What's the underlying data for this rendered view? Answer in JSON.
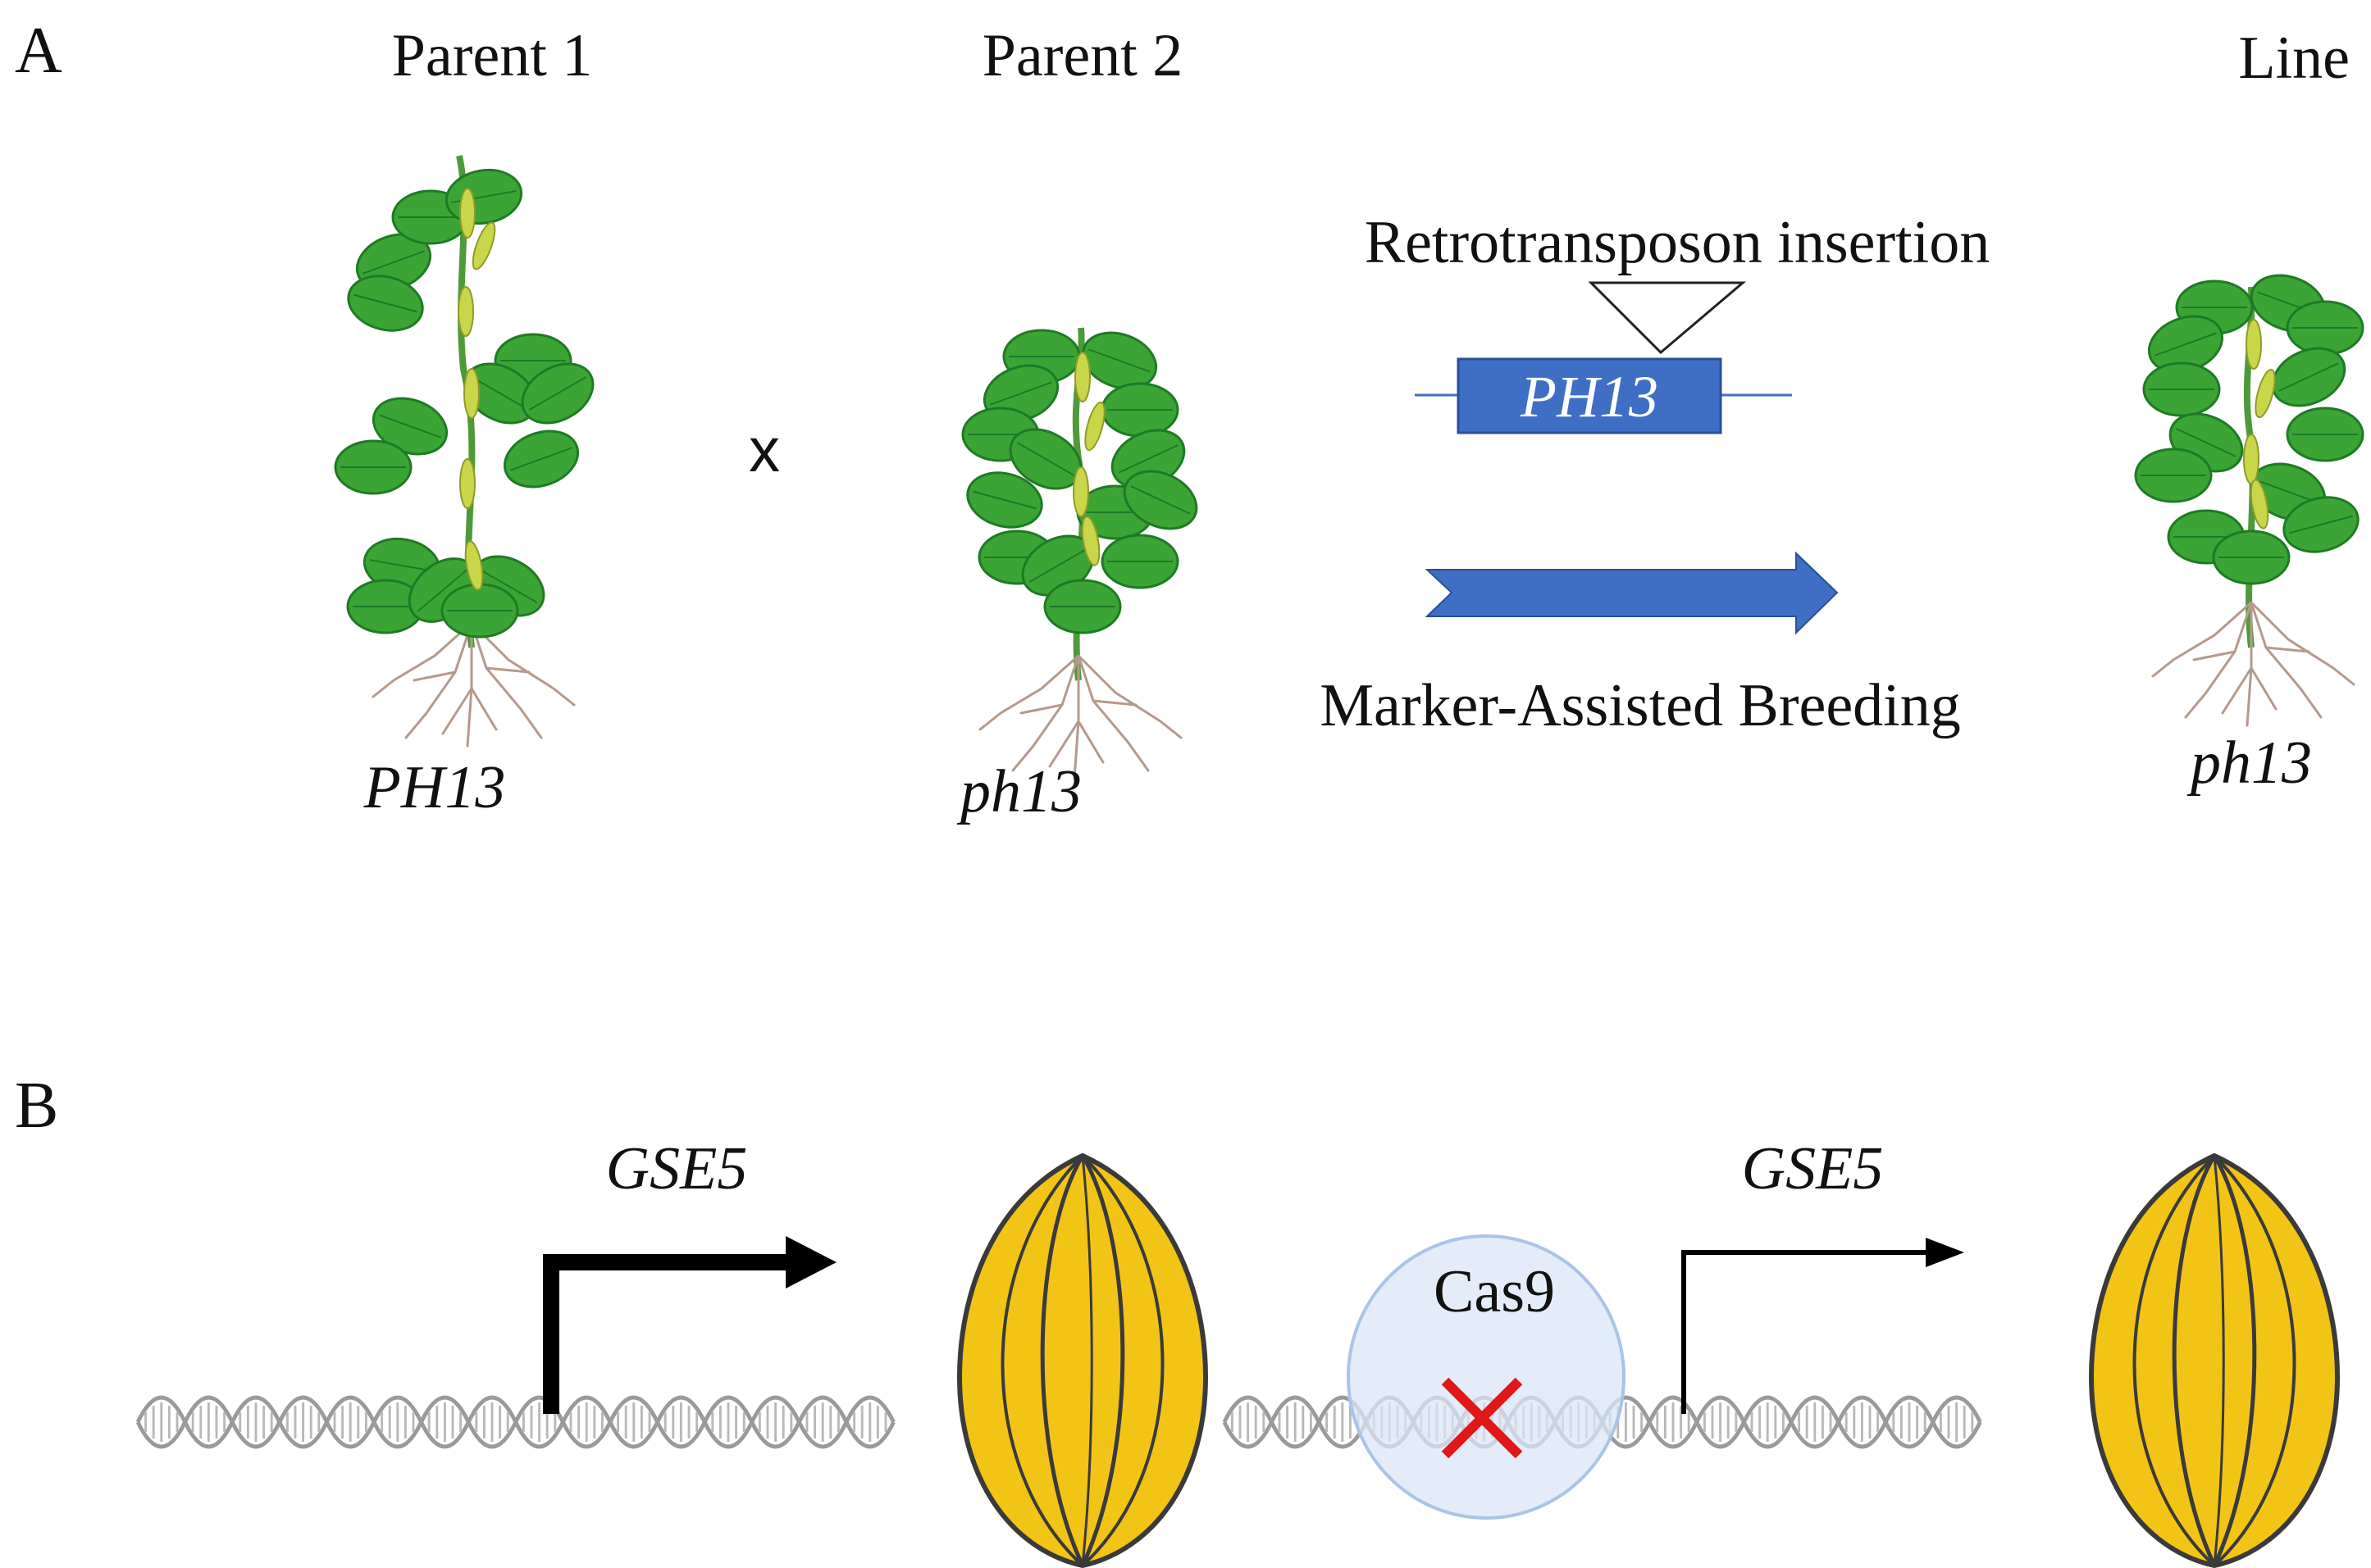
{
  "panels": {
    "a": {
      "label": "A",
      "parent1": {
        "title": "Parent 1",
        "genotype": "PH13"
      },
      "cross_symbol": "x",
      "parent2": {
        "title": "Parent 2",
        "genotype": "ph13"
      },
      "insertion_label": "Retrotransposon insertion",
      "gene_box_label": "PH13",
      "method_label": "Marker-Assisted Breeding",
      "line": {
        "title": "Line",
        "genotype": "ph13"
      }
    },
    "b": {
      "label": "B",
      "left": {
        "gene_label": "GSE5"
      },
      "right": {
        "gene_label": "GSE5",
        "protein_label": "Cas9"
      }
    }
  },
  "colors": {
    "leaf": "#3aa534",
    "leaf_dark": "#1f7a26",
    "stem": "#4e9a3a",
    "pod": "#c9d64a",
    "root": "#b49a8c",
    "gene_box": "#3f6fc4",
    "gene_box_border": "#2a4f96",
    "arrow": "#3f6fc4",
    "seed": "#f2c416",
    "seed_outline": "#3a3a3a",
    "dna": "#9a9a9a",
    "cas9_fill": "#d9e6f5",
    "cas9_border": "#a9c4e6",
    "cut_mark": "#e01818",
    "promoter_arrow": "#000000"
  }
}
